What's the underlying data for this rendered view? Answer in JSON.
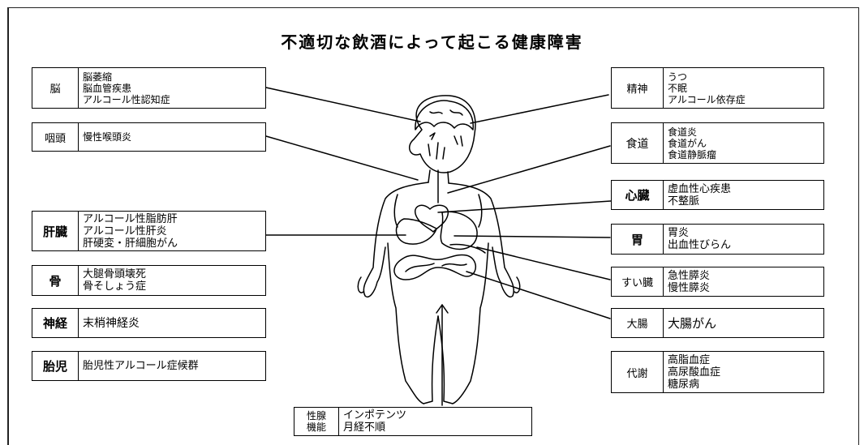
{
  "title": "不適切な飲酒によって起こる健康障害",
  "left_boxes": [
    {
      "label": "脳",
      "items": [
        "脳萎縮",
        "脳血管疾患",
        "アルコール性認知症"
      ]
    },
    {
      "label": "咽頭",
      "items": [
        "慢性喉頭炎"
      ]
    },
    {
      "label": "肝臓",
      "items": [
        "アルコール性脂肪肝",
        "アルコール性肝炎",
        "肝硬変・肝細胞がん"
      ]
    },
    {
      "label": "骨",
      "items": [
        "大腿骨頭壊死",
        "骨そしょう症"
      ]
    },
    {
      "label": "神経",
      "items": [
        "末梢神経炎"
      ]
    },
    {
      "label": "胎児",
      "items": [
        "胎児性アルコール症候群"
      ]
    }
  ],
  "right_boxes": [
    {
      "label": "精神",
      "items": [
        "うつ",
        "不眠",
        "アルコール依存症"
      ]
    },
    {
      "label": "食道",
      "items": [
        "食道炎",
        "食道がん",
        "食道静脈瘤"
      ]
    },
    {
      "label": "心臓",
      "items": [
        "虚血性心疾患",
        "不整脈"
      ]
    },
    {
      "label": "胃",
      "items": [
        "胃炎",
        "出血性びらん"
      ]
    },
    {
      "label": "すい臓",
      "items": [
        "急性膵炎",
        "慢性膵炎"
      ]
    },
    {
      "label": "大腸",
      "items": [
        "大腸がん"
      ]
    },
    {
      "label": "代謝",
      "items": [
        "高脂血症",
        "高尿酸血症",
        "糖尿病"
      ]
    }
  ],
  "bottom_box": {
    "label_lines": [
      "性腺",
      "機能"
    ],
    "items": [
      "インポテンツ",
      "月経不順"
    ]
  }
}
